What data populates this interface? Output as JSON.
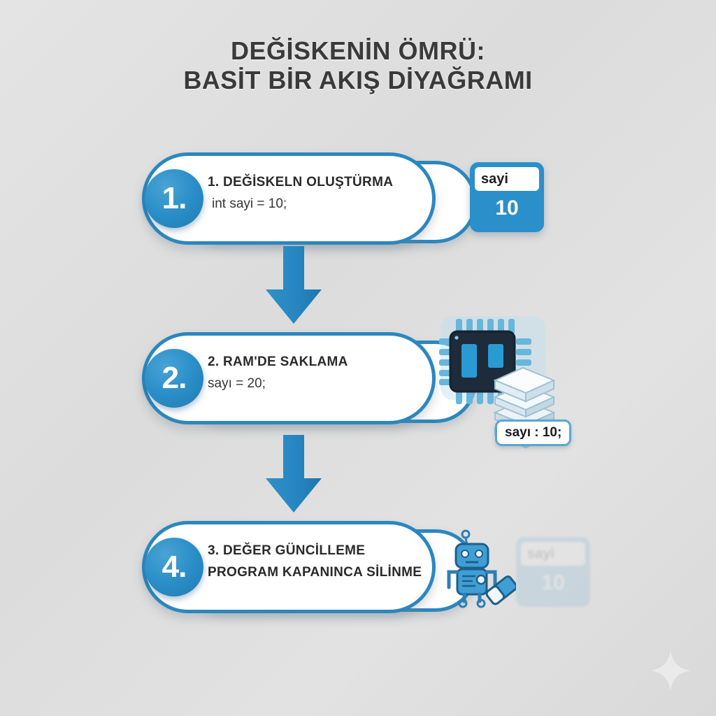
{
  "title": {
    "line1": "DEĞİSKENİN ÖMRÜ:",
    "line2": "BASİT BİR AKIŞ DİYAĞRAMI"
  },
  "colors": {
    "accent_blue": "#2b8fc9",
    "border_blue": "#2b87bf",
    "chip_dark": "#1d2b3a",
    "background": "#dedede",
    "text_dark": "#2a2a2a"
  },
  "steps": [
    {
      "number": "1.",
      "heading": "1. DEĞİSKELN OLUŞTÜRMA",
      "code": "int sayi = 10;"
    },
    {
      "number": "2.",
      "heading": "2. RAM'DE SAKLAMA",
      "code": "sayı = 20;"
    },
    {
      "number": "4.",
      "heading": "3. DEĞER GÜNCİLLEME",
      "heading2": "PROGRAM KAPANINCA SİLİNME"
    }
  ],
  "badges": {
    "variable": {
      "name": "sayi",
      "value": "10"
    },
    "ghost": {
      "name": "sayi",
      "value": "10"
    }
  },
  "memory_tooltip": "sayı : 10;",
  "icons": {
    "arrow_1": "arrow-down-icon",
    "arrow_2": "arrow-down-icon",
    "chip": "cpu-chip-icon",
    "memory_stack": "memory-stack-icon",
    "robot": "robot-icon",
    "eraser": "eraser-icon",
    "sparkle": "sparkle-icon"
  }
}
